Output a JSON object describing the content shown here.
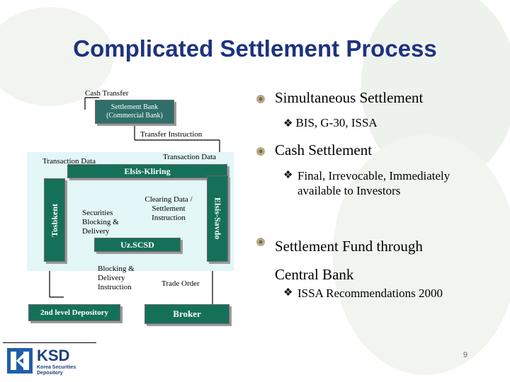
{
  "slide": {
    "title": "Complicated Settlement Process",
    "page_number": "9"
  },
  "diagram": {
    "cash_transfer": "Cash Transfer",
    "settlement_bank": "Settlement Bank (Commercial Bank)",
    "transfer_instruction": "Transfer Instruction",
    "transaction_data_left": "Transaction Data",
    "transaction_data_right": "Transaction Data",
    "elsis_kliring": "Elsis-Kliring",
    "tosbkent": "Tosbkent",
    "elsis_savdo": "Elsis-Savdo",
    "clearing_data": "Clearing Data / Settlement Instruction",
    "securities_blocking": "Securities Blocking & Delivery",
    "uzscsd": "Uz.SCSD",
    "blocking_delivery": "Blocking & Delivery Instruction",
    "trade_order": "Trade Order",
    "second_level_depository": "2nd level Depository",
    "broker": "Broker"
  },
  "bullets": [
    {
      "text": "Simultaneous Settlement",
      "subs": [
        "BIS, G-30, ISSA"
      ]
    },
    {
      "text": "Cash Settlement",
      "subs": [
        "Final, Irrevocable, Immediately available to Investors"
      ]
    },
    {
      "text": "Settlement Fund through Central Bank",
      "subs": [
        "ISSA Recommendations 2000"
      ]
    }
  ],
  "logo": {
    "name": "KSD",
    "subtitle": "Korea Securities Depository"
  },
  "colors": {
    "title": "#1d3380",
    "box": "#15705a",
    "panel": "#e3f6f8"
  }
}
